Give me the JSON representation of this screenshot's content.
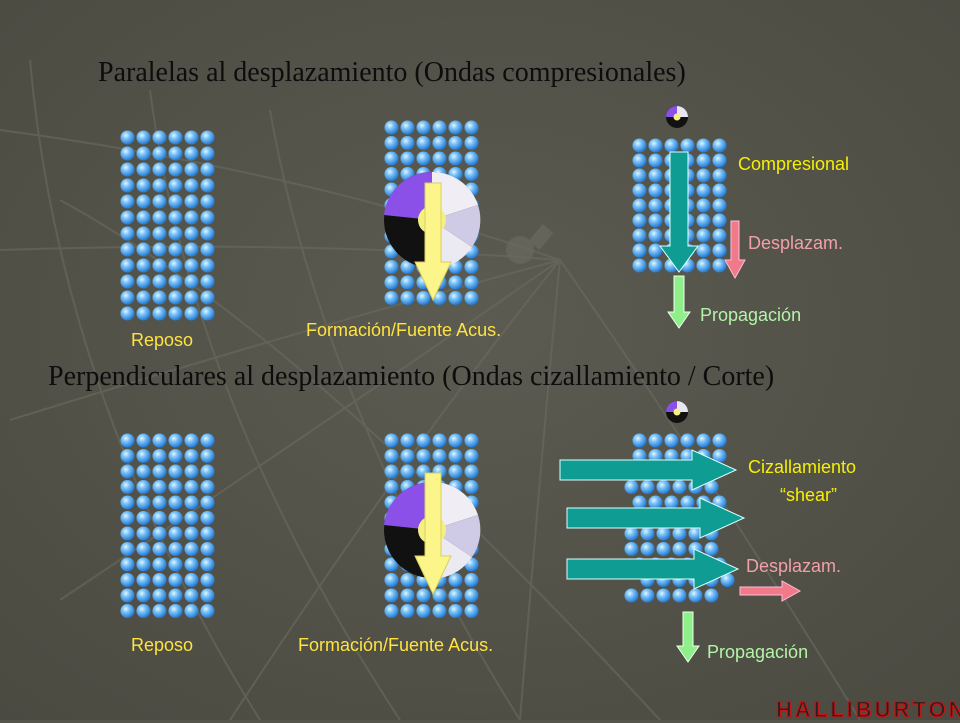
{
  "top": {
    "title": "Paralelas al desplazamiento  (Ondas compresionales)",
    "label_rest": "Reposo",
    "label_source": "Formación/Fuente  Acus.",
    "label_wave": "Compresional",
    "label_displacement": "Desplazam.",
    "label_propagation": "Propagación"
  },
  "bottom": {
    "title": "Perpendiculares al desplazamiento  (Ondas cizallamiento / Corte)",
    "label_rest": "Reposo",
    "label_source": "Formación/Fuente Acus.",
    "label_wave_line1": "Cizallamiento",
    "label_wave_line2": "“shear”",
    "label_displacement": "Desplazam.",
    "label_propagation": "Propagación"
  },
  "brand": "HALLIBURTON",
  "colors": {
    "background": "#55554b",
    "atom": "#3f9fe8",
    "yellow_arrow": "#fbf58a",
    "teal_arrow": "#0f9c93",
    "pink_arrow": "#f07a88",
    "green_arrow": "#8ff08a",
    "label_yellow": "#ffe33f",
    "label_pink": "#f0a0a8",
    "label_green": "#b4f4a8"
  },
  "icons": [
    "cd-disc-icon",
    "down-arrow-icon",
    "right-arrow-icon",
    "atom-grid"
  ]
}
